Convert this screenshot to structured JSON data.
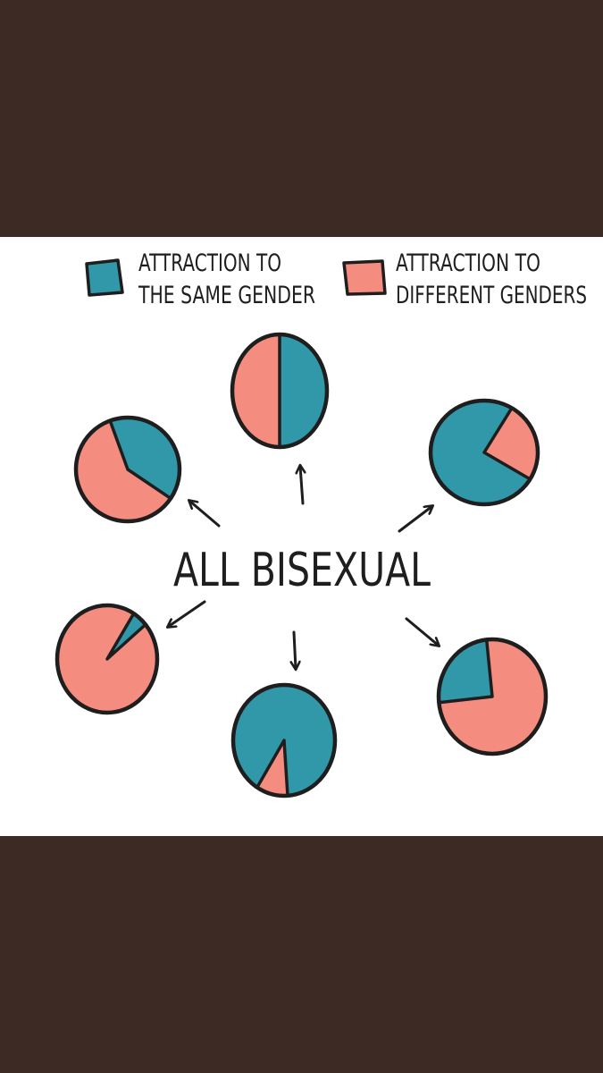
{
  "colors": {
    "frame": "#3e2a25",
    "panel": "#ffffff",
    "same_gender": "#3198aa",
    "different_genders": "#f48d7f",
    "ink": "#1e1e1e"
  },
  "legend": [
    {
      "key": "same",
      "line1": "ATTRACTION TO",
      "line2": "THE SAME GENDER",
      "icon": "swatch-icon"
    },
    {
      "key": "different",
      "line1": "ATTRACTION TO",
      "line2": "DIFFERENT GENDERS",
      "icon": "swatch-icon"
    }
  ],
  "center_label": "ALL BISEXUAL",
  "chart_data": {
    "type": "pie",
    "series_legend": [
      "ATTRACTION TO THE SAME GENDER",
      "ATTRACTION TO DIFFERENT GENDERS"
    ],
    "pies": [
      {
        "position": "top",
        "same_gender_share": 0.5
      },
      {
        "position": "top-left",
        "same_gender_share": 0.4
      },
      {
        "position": "top-right",
        "same_gender_share": 0.75
      },
      {
        "position": "bottom-left",
        "same_gender_share": 0.05
      },
      {
        "position": "bottom",
        "same_gender_share": 0.9
      },
      {
        "position": "bottom-right",
        "same_gender_share": 0.25
      }
    ]
  }
}
